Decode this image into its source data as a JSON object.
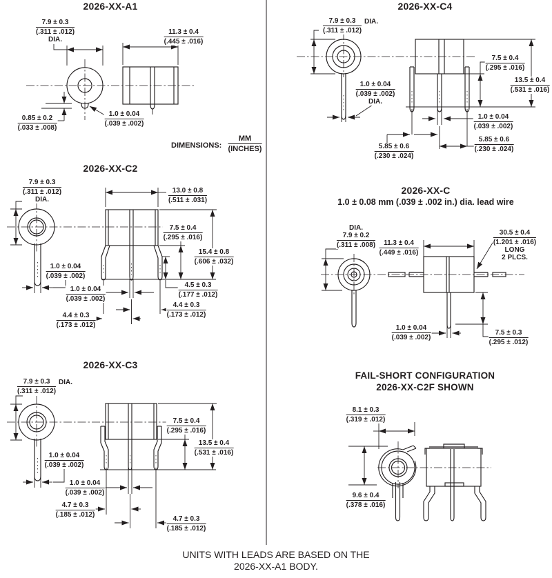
{
  "line_color": "#231f20",
  "background_color": "#ffffff",
  "notes": {
    "dimensions_label": "DIMENSIONS:",
    "units_mm": "MM",
    "units_inches": "(INCHES)",
    "footer_line1": "UNITS WITH LEADS ARE BASED ON THE",
    "footer_line2": "2026-XX-A1 BODY."
  },
  "panels": {
    "a1": {
      "title": "2026-XX-A1",
      "dims": {
        "body_dia": {
          "mm": "7.9 ± 0.3",
          "in": "(.311 ± .012)",
          "suffix": "DIA."
        },
        "body_len": {
          "mm": "11.3 ± 0.4",
          "in": "(.445 ± .016)"
        },
        "lead_protrusion": {
          "mm": "0.85 ± 0.2",
          "in": "(.033 ± .008)"
        },
        "lead_dia": {
          "mm": "1.0 ± 0.04",
          "in": "(.039 ± .002)"
        }
      }
    },
    "c4": {
      "title": "2026-XX-C4",
      "dims": {
        "body_dia": {
          "mm": "7.9 ± 0.3",
          "in": "(.311 ± .012)",
          "suffix": "DIA."
        },
        "lead_dia": {
          "mm": "1.0 ± 0.04",
          "in": "(.039 ± .002)",
          "suffix": "DIA."
        },
        "lead_length": {
          "mm": "7.5 ± 0.4",
          "in": "(.295 ± .016)"
        },
        "overall_height": {
          "mm": "13.5 ± 0.4",
          "in": "(.531 ± .016)"
        },
        "center_lead_dia": {
          "mm": "1.0 ± 0.04",
          "in": "(.039 ± .002)"
        },
        "lead_spacing_left": {
          "mm": "5.85 ± 0.6",
          "in": "(.230 ± .024)"
        },
        "lead_spacing_right": {
          "mm": "5.85 ± 0.6",
          "in": "(.230 ± .024)"
        }
      }
    },
    "c2": {
      "title": "2026-XX-C2",
      "dims": {
        "body_dia": {
          "mm": "7.9 ± 0.3",
          "in": "(.311 ± .012)",
          "suffix": "DIA."
        },
        "body_width": {
          "mm": "13.0 ± 0.8",
          "in": "(.511 ± .031)"
        },
        "lead_length": {
          "mm": "7.5 ± 0.4",
          "in": "(.295 ± .016)"
        },
        "overall_height": {
          "mm": "15.4 ± 0.8",
          "in": "(.606 ± .032)"
        },
        "front_lead_dia": {
          "mm": "1.0 ± 0.04",
          "in": "(.039 ± .002)"
        },
        "center_lead_dia": {
          "mm": "1.0 ± 0.04",
          "in": "(.039 ± .002)"
        },
        "leg_length": {
          "mm": "4.5 ± 0.3",
          "in": "(.177 ± .012)"
        },
        "lead_spacing_left": {
          "mm": "4.4 ± 0.3",
          "in": "(.173 ± .012)"
        },
        "lead_spacing_right": {
          "mm": "4.4 ± 0.3",
          "in": "(.173 ± .012)"
        }
      }
    },
    "c": {
      "title": "2026-XX-C",
      "subtitle": "1.0 ± 0.08 mm (.039 ± .002 in.) dia. lead wire",
      "dims": {
        "body_dia": {
          "prefix": "DIA.",
          "mm": "7.9 ± 0.2",
          "in": "(.311 ± .008)"
        },
        "body_len": {
          "mm": "11.3 ± 0.4",
          "in": "(.449 ± .016)"
        },
        "axial_lead_length": {
          "mm": "30.5 ± 0.4",
          "in": "(1.201 ± .016)",
          "note1": "LONG",
          "note2": "2 PLCS."
        },
        "lead_dia": {
          "mm": "1.0 ± 0.04",
          "in": "(.039 ± .002)"
        },
        "center_lead_length": {
          "mm": "7.5 ± 0.3",
          "in": "(.295 ± .012)"
        }
      }
    },
    "c3": {
      "title": "2026-XX-C3",
      "dims": {
        "body_dia": {
          "mm": "7.9 ± 0.3",
          "in": "(.311 ± .012)",
          "suffix": "DIA."
        },
        "lead_length": {
          "mm": "7.5 ± 0.4",
          "in": "(.295 ± .016)"
        },
        "overall_height": {
          "mm": "13.5 ± 0.4",
          "in": "(.531 ± .016)"
        },
        "front_lead_dia": {
          "mm": "1.0 ± 0.04",
          "in": "(.039 ± .002)"
        },
        "center_lead_dia": {
          "mm": "1.0 ± 0.04",
          "in": "(.039 ± .002)"
        },
        "lead_spacing_left": {
          "mm": "4.7 ± 0.3",
          "in": "(.185 ± .012)"
        },
        "lead_spacing_right": {
          "mm": "4.7 ± 0.3",
          "in": "(.185 ± .012)"
        }
      }
    },
    "c2f": {
      "title_line1": "FAIL-SHORT CONFIGURATION",
      "title_line2": "2026-XX-C2F SHOWN",
      "dims": {
        "clip_width": {
          "mm": "8.1 ± 0.3",
          "in": "(.319 ± .012)"
        },
        "body_height": {
          "mm": "9.6 ± 0.4",
          "in": "(.378 ± .016)"
        }
      }
    }
  }
}
